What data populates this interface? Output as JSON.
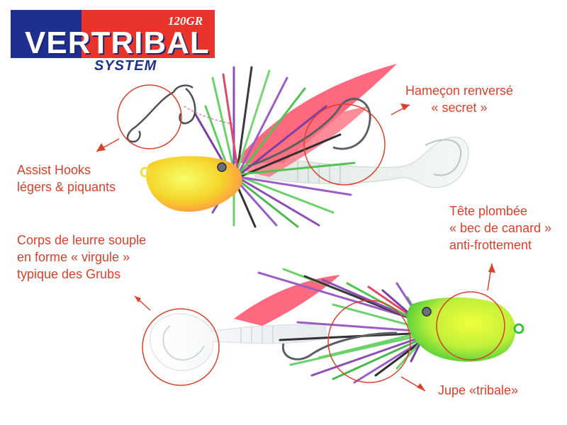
{
  "logo": {
    "wordmark": "VERTRIBAL",
    "weight": "120GR",
    "subtitle": "SYSTEM"
  },
  "annotations": {
    "hook": {
      "line1": "Hameçon renversé",
      "line2": "« secret »"
    },
    "assist": {
      "line1": "Assist Hooks",
      "line2": "légers & piquants"
    },
    "head": {
      "line1": "Tête plombée",
      "line2": "« bec de canard »",
      "line3": "anti-frottement"
    },
    "body": {
      "line1": "Corps de leurre souple",
      "line2": "en forme « virgule »",
      "line3": "typique des Grubs"
    },
    "skirt": {
      "line1": "Jupe «tribale»"
    }
  },
  "colors": {
    "annotation": "#d9412b",
    "logo_blue": "#1e2f8f",
    "logo_red": "#e8342b"
  }
}
